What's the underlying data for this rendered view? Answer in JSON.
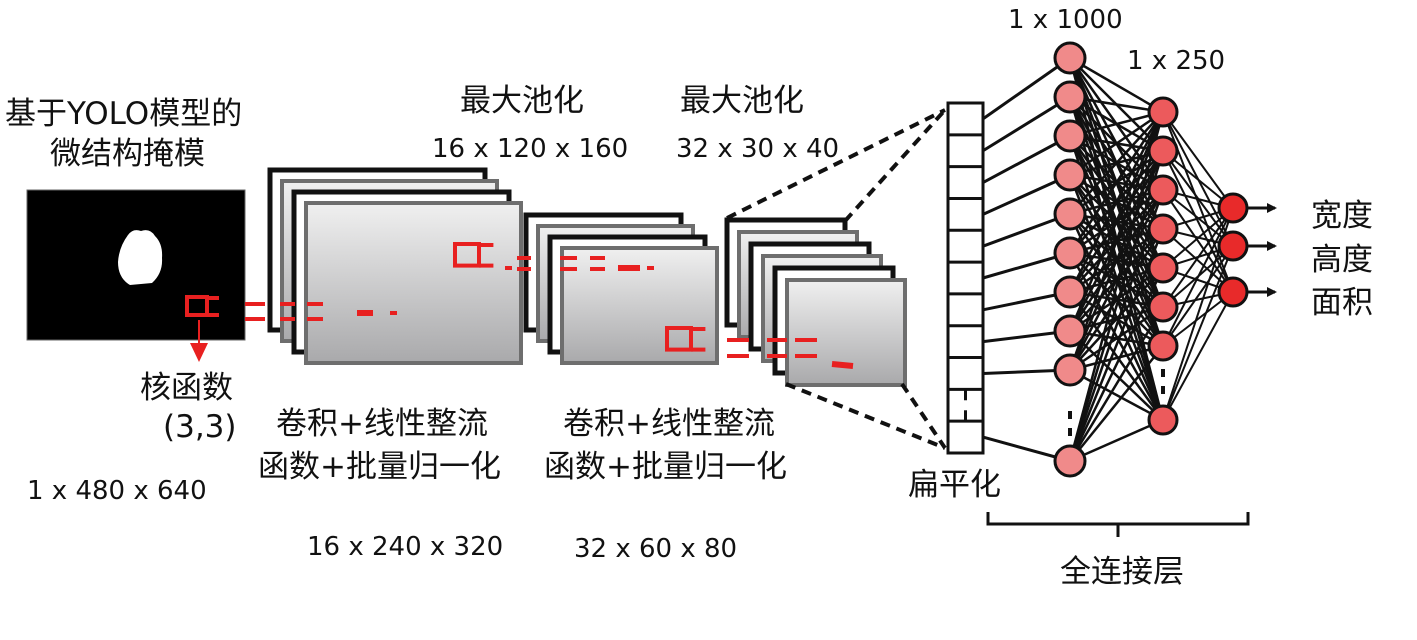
{
  "input": {
    "title_line1": "基于YOLO模型的",
    "title_line2": "微结构掩模",
    "dims": "1 x 480 x 640",
    "kernel_label": "核函数",
    "kernel_size": "(3,3)"
  },
  "conv1": {
    "label_line1": "卷积+线性整流",
    "label_line2": "函数+批量归一化",
    "dims": "16 x 240 x 320",
    "feature_maps_shown": 4
  },
  "pool1": {
    "label": "最大池化",
    "dims": "16 x 120 x 160"
  },
  "conv2": {
    "label_line1": "卷积+线性整流",
    "label_line2": "函数+批量归一化",
    "dims": "32 x 60 x 80",
    "feature_maps_shown": 4
  },
  "pool2": {
    "label": "最大池化",
    "dims": "32 x 30 x 40",
    "feature_maps_shown": 6
  },
  "flatten": {
    "label": "扁平化",
    "cells_shown": 11
  },
  "fc": {
    "layer1_dims": "1 x 1000",
    "layer1_nodes_shown": 10,
    "layer2_dims": "1 x 250",
    "layer2_nodes_shown": 8,
    "output_nodes": 3,
    "group_label": "全连接层"
  },
  "outputs": [
    "宽度",
    "高度",
    "面积"
  ],
  "colors": {
    "kernel_red": "#e82020",
    "fc1_node": "#f08a8a",
    "fc2_node": "#ec5a5c",
    "out_node": "#e82a2a",
    "map_gray_top": "#eeeeee",
    "map_gray_bottom": "#a9a9ab",
    "map_border": "#6e6e6e"
  }
}
